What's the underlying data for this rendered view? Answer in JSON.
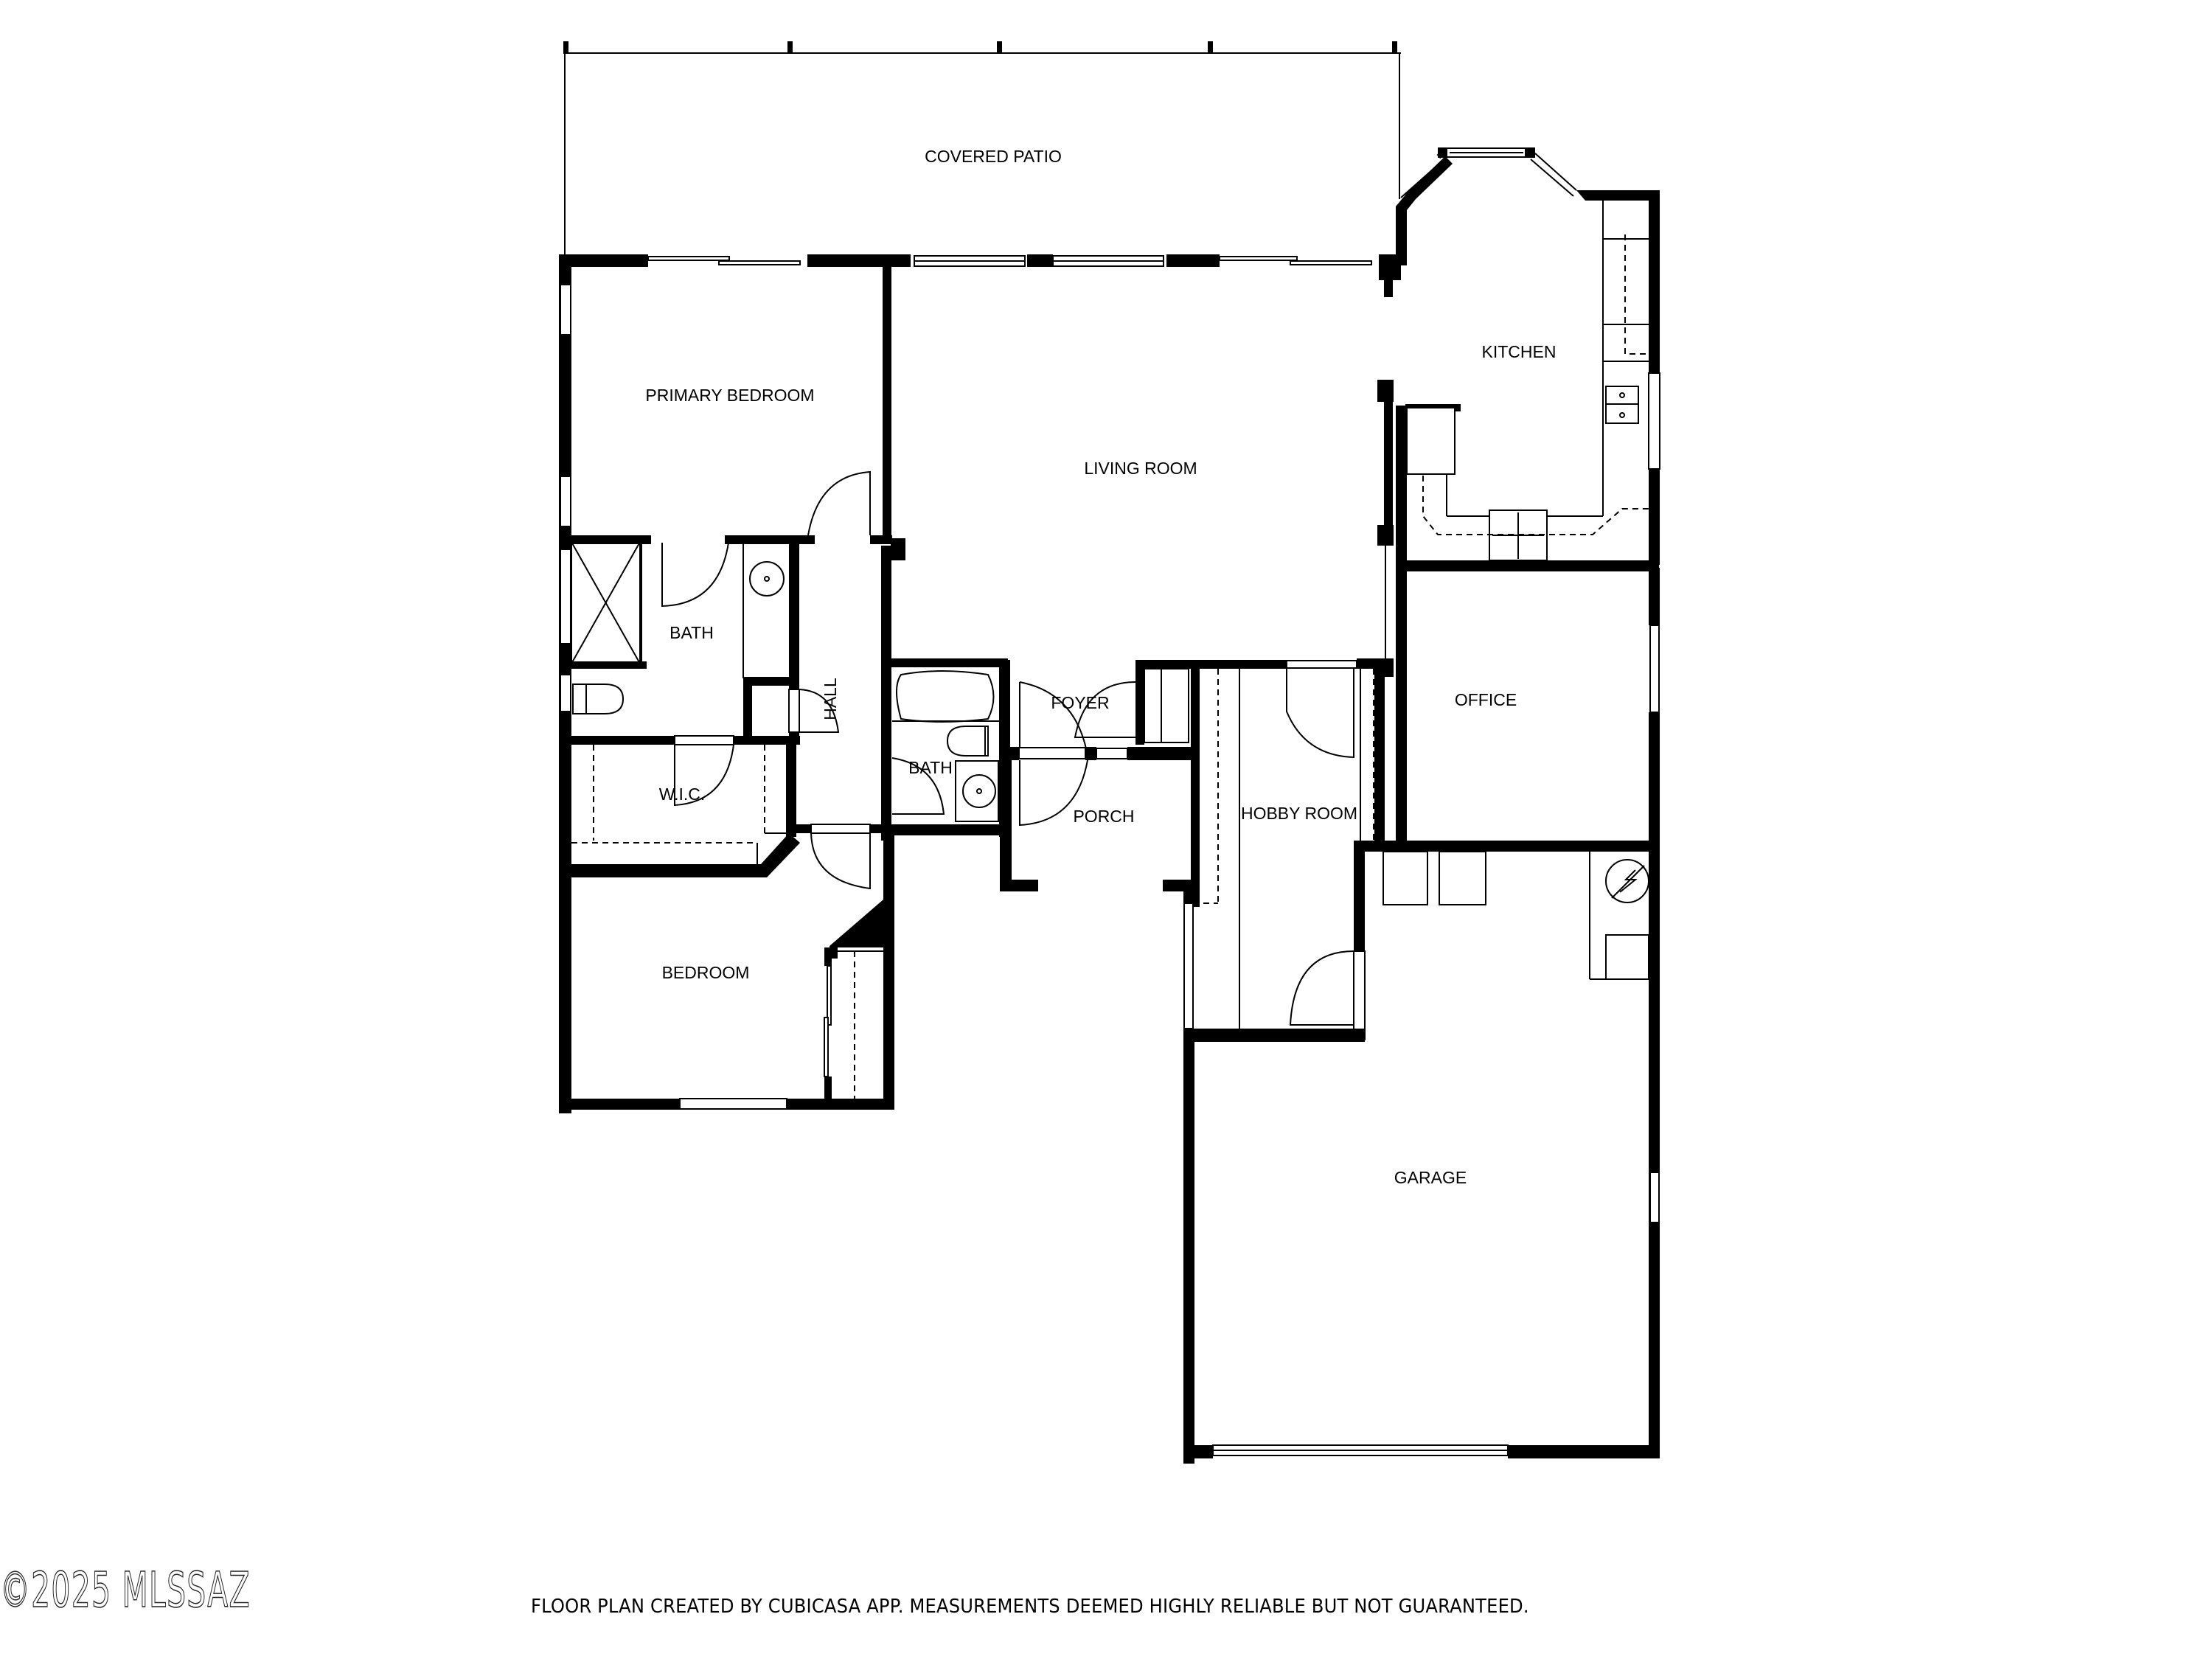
{
  "plan": {
    "rooms": {
      "covered_patio": "COVERED PATIO",
      "kitchen": "KITCHEN",
      "primary_bedroom": "PRIMARY BEDROOM",
      "living_room": "LIVING ROOM",
      "bath_primary": "BATH",
      "hall": "HALL",
      "wic": "W.I.C.",
      "foyer": "FOYER",
      "bath_hall": "BATH",
      "porch": "PORCH",
      "hobby_room": "HOBBY ROOM",
      "office": "OFFICE",
      "bedroom": "BEDROOM",
      "garage": "GARAGE"
    },
    "colors": {
      "wall": "#000000",
      "background": "#ffffff"
    }
  },
  "footer": {
    "disclaimer": "FLOOR PLAN CREATED BY CUBICASA APP. MEASUREMENTS DEEMED HIGHLY RELIABLE BUT NOT GUARANTEED.",
    "watermark": "©2025 MLSSAZ"
  }
}
